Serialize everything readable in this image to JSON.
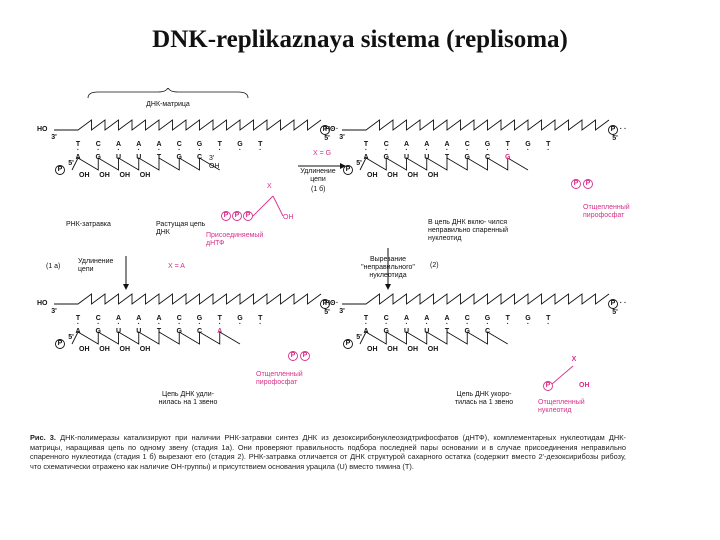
{
  "title": "DNK-replikaznaya sistema (replisoma)",
  "template_label": "ДНК-матрица",
  "ends": {
    "ho": "HO",
    "three": "3'",
    "five": "5'",
    "oh": "OH",
    "p": "P",
    "dots": "· ·"
  },
  "template_seq": [
    "T",
    "C",
    "A",
    "A",
    "A",
    "C",
    "G",
    "T",
    "G",
    "T"
  ],
  "panels": {
    "a": {
      "growing": [
        "A",
        "G",
        "U",
        "U",
        "T",
        "G",
        "C"
      ],
      "rna_primer": "РНК-затравка",
      "growing_chain": "Растущая цепь ДНК",
      "attached": "Присоединяемый дНТФ",
      "nuc_x": "X",
      "pp": [
        "P",
        "P",
        "P"
      ],
      "oh": "OH",
      "elong": "Удлинение цепи",
      "x_g": "X = G",
      "stage": "(1 б)"
    },
    "b": {
      "growing": [
        "A",
        "G",
        "U",
        "U",
        "T",
        "G",
        "C",
        "G"
      ],
      "split": "Отщепленный пирофосфат",
      "incorrect": "В цепь ДНК вклю- чился неправильно спаренный нуклеотид"
    },
    "c": {
      "growing": [
        "A",
        "G",
        "U",
        "U",
        "T",
        "G",
        "C",
        "A"
      ],
      "split": "Отщепленный пирофосфат",
      "lengthened": "Цепь ДНК удли- нилась на 1 звено"
    },
    "d": {
      "growing": [
        "A",
        "G",
        "U",
        "U",
        "T",
        "G",
        "C"
      ],
      "removed": "Отщепленный нуклеотид",
      "shortened": "Цепь ДНК укоро- тилась на 1 звено"
    }
  },
  "transitions": {
    "left": {
      "stage": "(1 а)",
      "text": "Удлинение цепи",
      "eq": "X = A"
    },
    "right": {
      "stage": "(2)",
      "text": "Вырезание \"неправильного\" нуклеотида"
    }
  },
  "caption": {
    "label": "Рис. 3.",
    "text": "ДНК-полимеразы катализируют при наличии РНК-затравки синтез ДНК из дезоксирибонуклеозидтрифосфатов (дНТФ), комплементарных нуклеотидам ДНК-матрицы, наращивая цепь по одному звену (стадия 1а). Они проверяют правильность подбора последней пары основании и в случае присоединения неправильно спаренного нуклеотида (стадия 1 б) вырезают его (стадия 2). РНК-затравка отличается от ДНК структурой сахарного остатка (содержит вместо 2'-дезоксирибозы рибозу, что схематически отражено как наличие ОН-группы) и присутствием основания урацила (U) вместо тимина (Т)."
  },
  "colors": {
    "accent": "#d8308a",
    "ink": "#111111"
  }
}
